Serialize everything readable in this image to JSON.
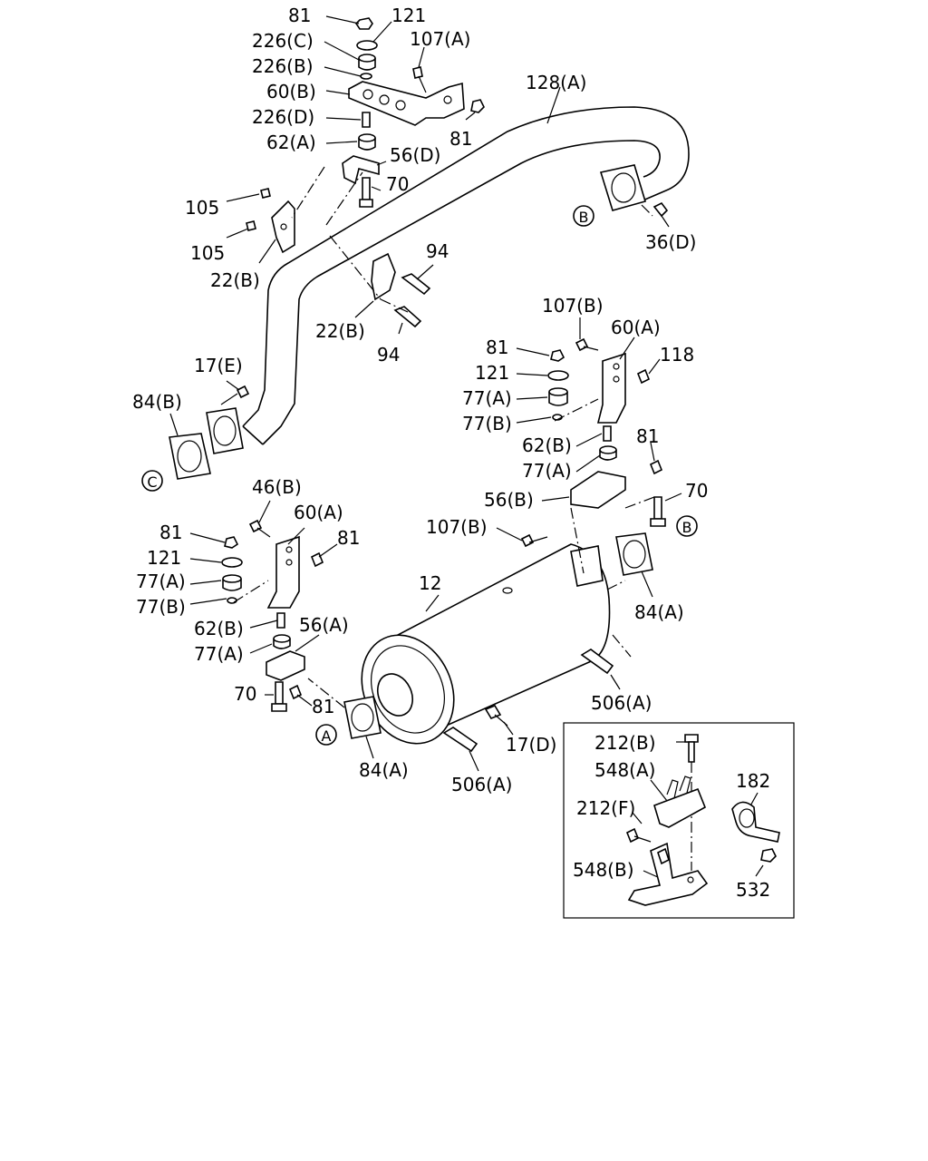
{
  "labels": {
    "p81_top": "81",
    "p121_top": "121",
    "p107a": "107(A)",
    "p226c": "226(C)",
    "p226b": "226(B)",
    "p60b": "60(B)",
    "p226d": "226(D)",
    "p62a": "62(A)",
    "p56d": "56(D)",
    "p70_top": "70",
    "p81_right_top": "81",
    "p128a": "128(A)",
    "p105_a": "105",
    "p105_b": "105",
    "p22b_a": "22(B)",
    "p22b_b": "22(B)",
    "p94_a": "94",
    "p94_b": "94",
    "p36d": "36(D)",
    "p17e": "17(E)",
    "p84b": "84(B)",
    "p107b_top": "107(B)",
    "p60a_right": "60(A)",
    "p118": "118",
    "p81_r1": "81",
    "p121_r": "121",
    "p77a_r1": "77(A)",
    "p77b_r": "77(B)",
    "p62b_r": "62(B)",
    "p81_r2": "81",
    "p77a_r2": "77(A)",
    "p56b": "56(B)",
    "p70_r": "70",
    "p107b_mid": "107(B)",
    "p46b": "46(B)",
    "p60a_left": "60(A)",
    "p81_l1": "81",
    "p121_l": "121",
    "p81_l2": "81",
    "p77a_l1": "77(A)",
    "p77b_l": "77(B)",
    "p12": "12",
    "p84a_right": "84(A)",
    "p62b_l": "62(B)",
    "p56a": "56(A)",
    "p77a_l2": "77(A)",
    "p70_l": "70",
    "p81_l3": "81",
    "p506a_right": "506(A)",
    "p84a_left": "84(A)",
    "p506a_bottom": "506(A)",
    "p17d": "17(D)",
    "p212b": "212(B)",
    "p548a": "548(A)",
    "p182": "182",
    "p212f": "212(F)",
    "p548b": "548(B)",
    "p532": "532"
  },
  "markers": {
    "a": "A",
    "b_top": "B",
    "b_right": "B",
    "c": "C"
  }
}
